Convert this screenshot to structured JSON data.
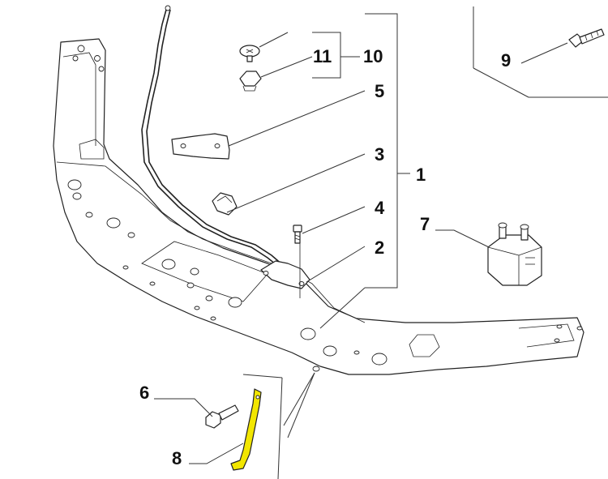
{
  "callouts": [
    {
      "id": "c1",
      "label": "1"
    },
    {
      "id": "c2",
      "label": "2"
    },
    {
      "id": "c3",
      "label": "3"
    },
    {
      "id": "c4",
      "label": "4"
    },
    {
      "id": "c5",
      "label": "5"
    },
    {
      "id": "c6",
      "label": "6"
    },
    {
      "id": "c7",
      "label": "7"
    },
    {
      "id": "c8",
      "label": "8"
    },
    {
      "id": "c9",
      "label": "9"
    },
    {
      "id": "c10",
      "label": "10"
    },
    {
      "id": "c11",
      "label": "11"
    }
  ],
  "colors": {
    "line": "#222222",
    "highlight_part": "#f2e600",
    "background": "#ffffff"
  }
}
